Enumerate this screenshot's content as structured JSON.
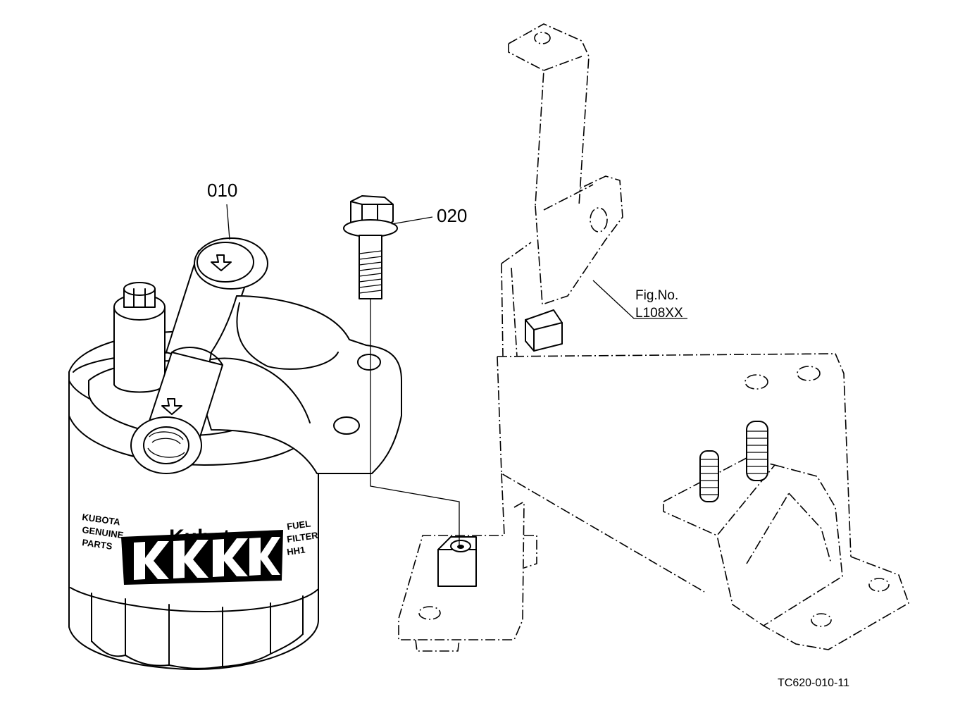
{
  "callouts": {
    "part_010": "010",
    "part_020": "020"
  },
  "figure_ref": {
    "line1": "Fig.No.",
    "line2": "L108XX"
  },
  "drawing_code": "TC620-010-11",
  "filter_label": {
    "brand": "Kubota",
    "left_lines": [
      "KUBOTA",
      "GENUINE",
      "PARTS"
    ],
    "right_lines": [
      "FUEL",
      "FILTER",
      "HH1"
    ]
  }
}
